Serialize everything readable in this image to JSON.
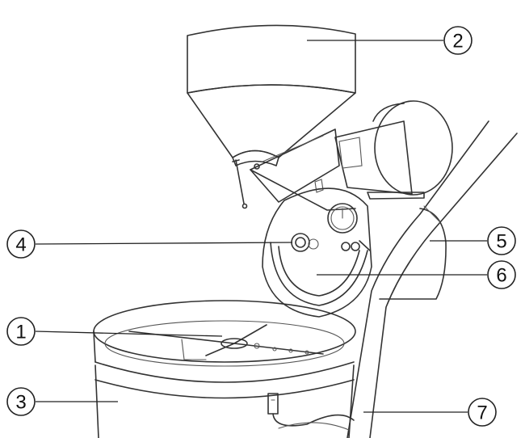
{
  "callouts": [
    {
      "id": "hopper",
      "number": "2"
    },
    {
      "id": "fan",
      "number": "4"
    },
    {
      "id": "cooling-tray-sweeper",
      "number": "1"
    },
    {
      "id": "base-cabinet",
      "number": "3"
    },
    {
      "id": "drum-housing",
      "number": "5"
    },
    {
      "id": "front-plate",
      "number": "6"
    },
    {
      "id": "frame-arm",
      "number": "7"
    }
  ],
  "colors": {
    "line": "#333333",
    "background": "#ffffff"
  }
}
